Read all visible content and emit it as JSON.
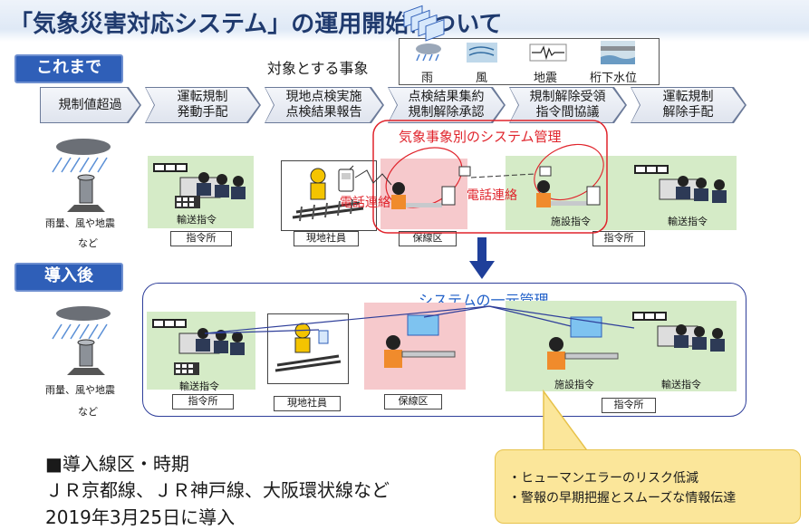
{
  "title": "「気象災害対応システム」の運用開始について",
  "before_label": "これまで",
  "after_label": "導入後",
  "hazards": {
    "heading": "対象とする事象",
    "items": [
      {
        "label": "雨",
        "icon": "rain-icon"
      },
      {
        "label": "風",
        "icon": "wind-icon"
      },
      {
        "label": "地震",
        "icon": "seismograph-icon"
      },
      {
        "label": "桁下水位",
        "icon": "river-icon"
      }
    ]
  },
  "process_steps": [
    {
      "line1": "規制値超過",
      "line2": ""
    },
    {
      "line1": "運転規制",
      "line2": "発動手配"
    },
    {
      "line1": "現地点検実施",
      "line2": "点検結果報告"
    },
    {
      "line1": "点検結果集約",
      "line2": "規制解除承認"
    },
    {
      "line1": "規制解除受領",
      "line2": "指令間協議"
    },
    {
      "line1": "運転規制",
      "line2": "解除手配"
    }
  ],
  "before": {
    "sensor_caption_1": "雨量、風や地震",
    "sensor_caption_2": "など",
    "system_mgmt_label": "気象事象別のシステム管理",
    "phone_contact_1": "電話連絡",
    "phone_contact_2": "電話連絡",
    "dispatch_label": "輸送指令",
    "facility_label": "施設指令",
    "dispatch_label_2": "輸送指令",
    "locations": [
      "指令所",
      "現地社員",
      "保線区",
      "指令所"
    ]
  },
  "after": {
    "sensor_caption_1": "雨量、風や地震",
    "sensor_caption_2": "など",
    "unified_label": "システムの一元管理",
    "dispatch_label": "輸送指令",
    "facility_label": "施設指令",
    "dispatch_label_2": "輸送指令",
    "locations": [
      "指令所",
      "現地社員",
      "保線区",
      "指令所"
    ]
  },
  "intro": {
    "heading": "■導入線区・時期",
    "lines": "ＪＲ京都線、ＪＲ神戸線、大阪環状線など",
    "date": "2019年3月25日に導入"
  },
  "benefits": [
    "・ヒューマンエラーのリスク低減",
    "・警報の早期把握とスムーズな情報伝達"
  ],
  "colors": {
    "title": "#1f3a6e",
    "badge": "#2f5fb8",
    "red_text": "#e0242c",
    "blue_text": "#1f5fc8",
    "arrow": "#1f3f9a",
    "green_area": "#d5ebc7",
    "pink_area": "#f6c9cc",
    "callout": "#fbe69a"
  }
}
